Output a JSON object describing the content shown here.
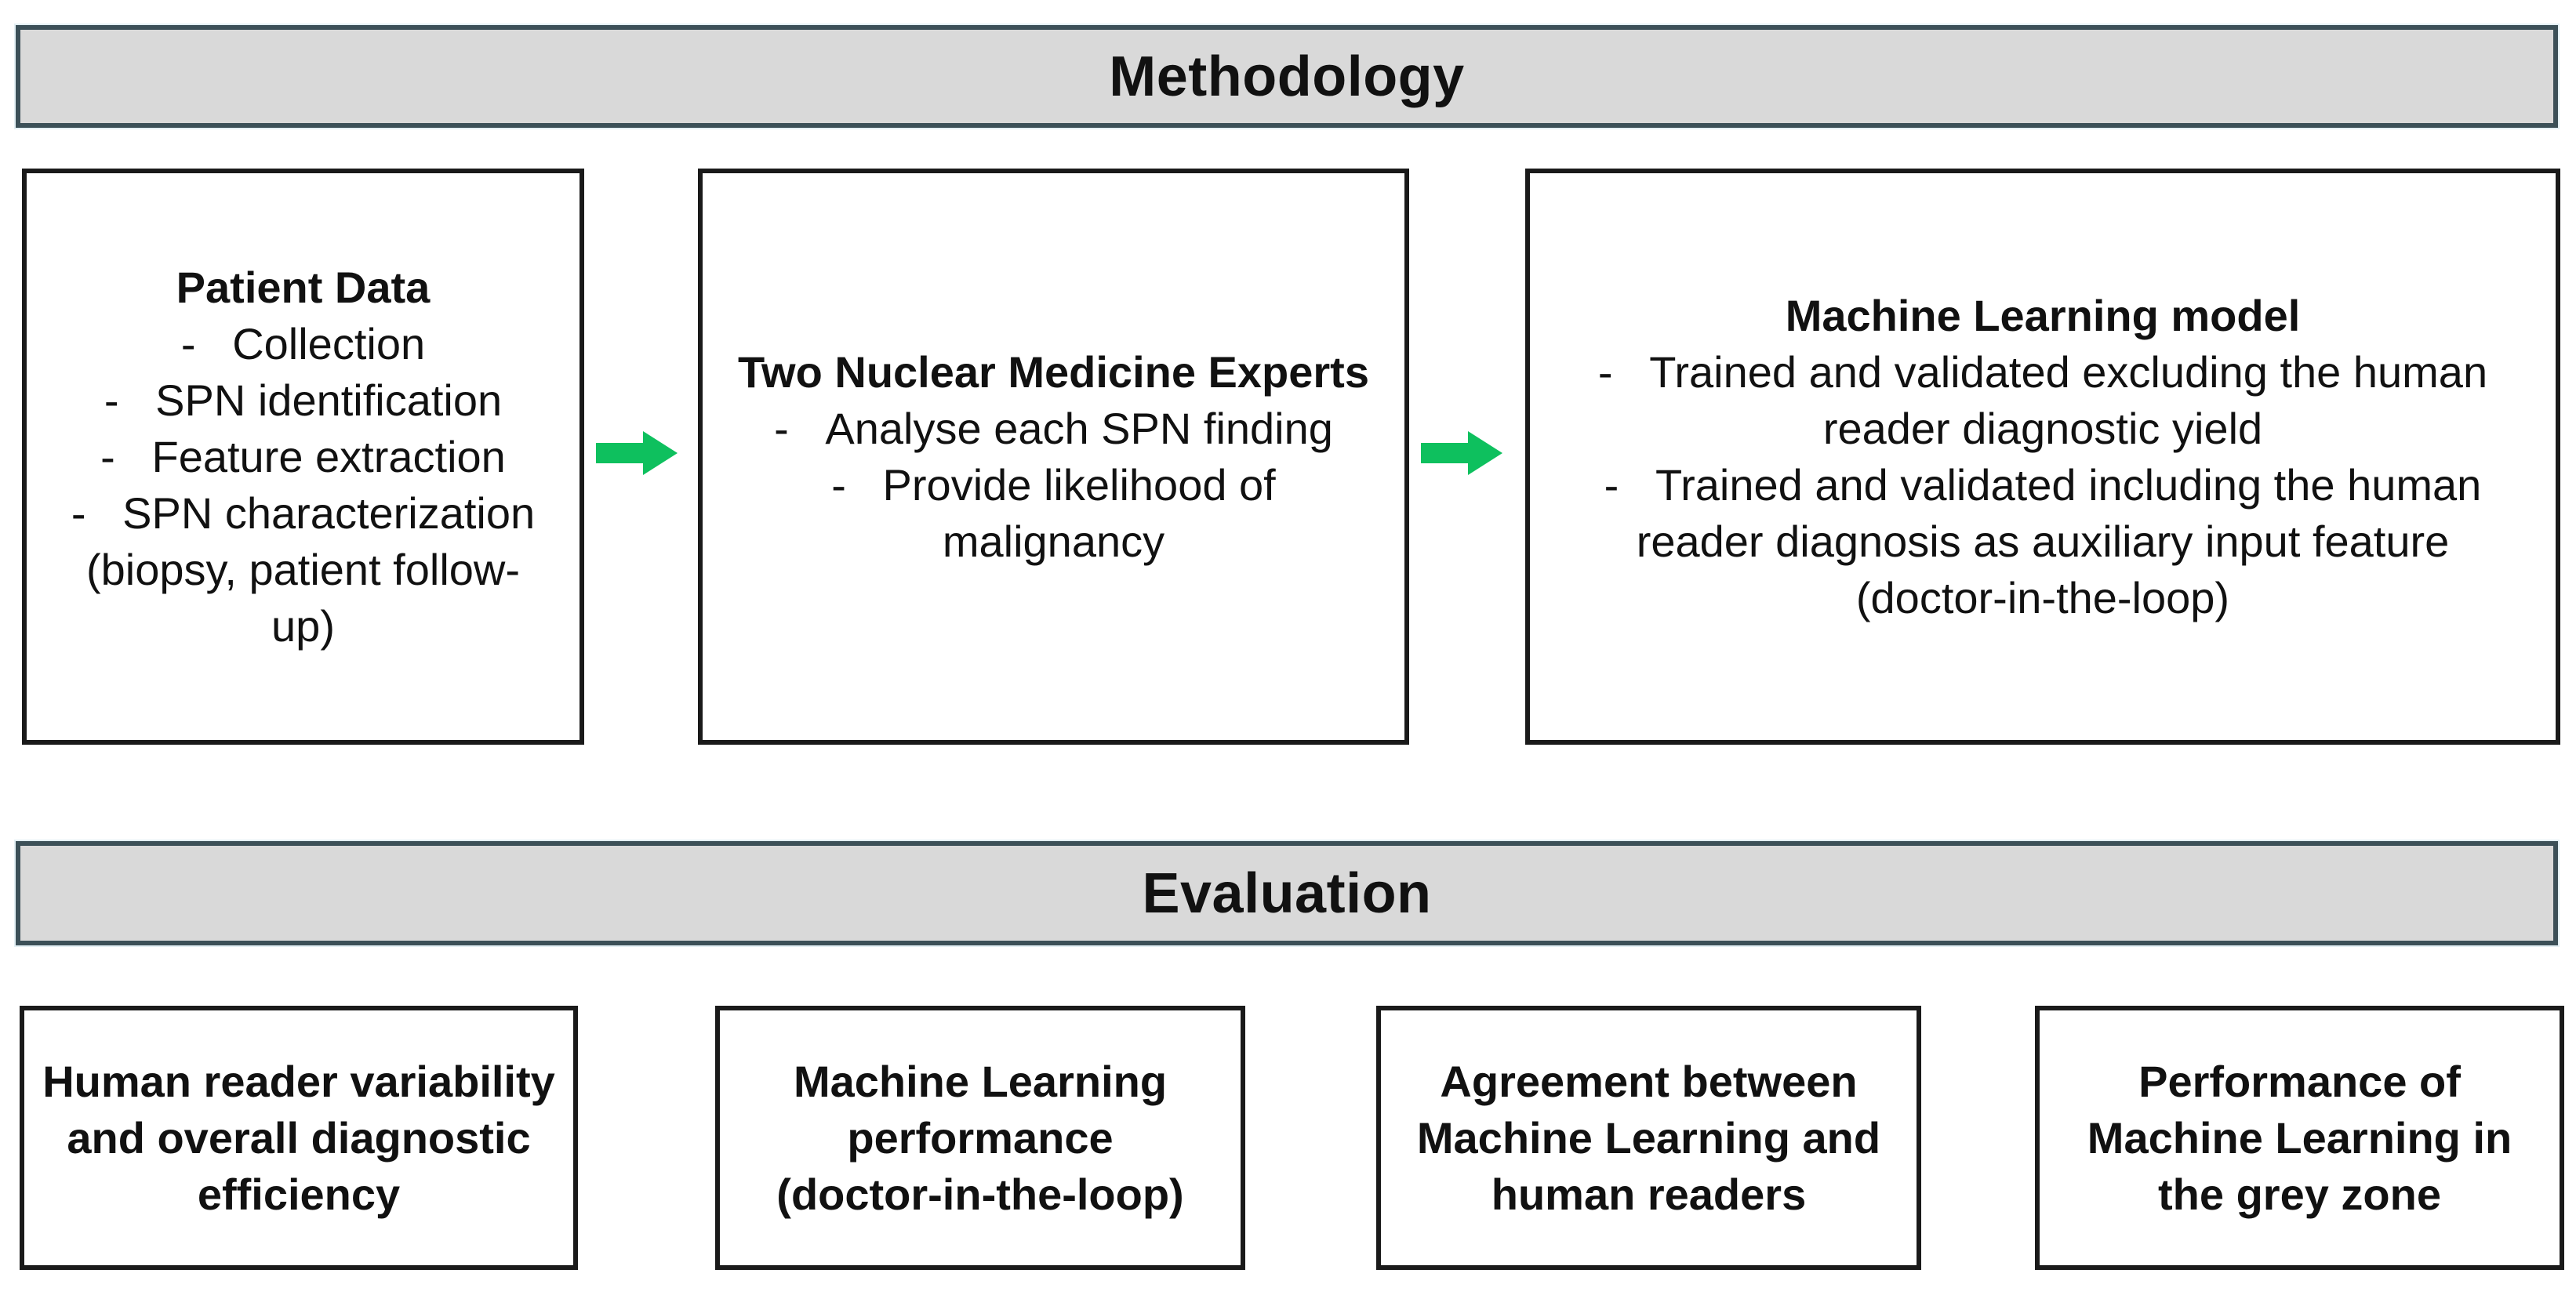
{
  "colors": {
    "background": "#ffffff",
    "banner_fill": "#d9d9d9",
    "banner_border": "#3c5058",
    "box_border": "#1a1a1a",
    "text": "#111111",
    "arrow_green": "#0ec05e"
  },
  "banners": {
    "methodology": "Methodology",
    "evaluation": "Evaluation"
  },
  "methodology": {
    "boxes": [
      {
        "title": "Patient Data",
        "lines": [
          "-   Collection",
          "-   SPN identification",
          "-   Feature extraction",
          "-   SPN characterization",
          "(biopsy, patient follow-",
          "up)"
        ]
      },
      {
        "title": "Two Nuclear Medicine Experts",
        "lines": [
          "-   Analyse each SPN finding",
          "-   Provide likelihood of",
          "malignancy"
        ]
      },
      {
        "title": "Machine Learning model",
        "lines": [
          "-   Trained and validated excluding the human",
          "reader diagnostic yield",
          "-   Trained and validated including the human",
          "reader diagnosis as auxiliary input feature",
          "(doctor-in-the-loop)"
        ]
      }
    ]
  },
  "evaluation": {
    "boxes": [
      {
        "lines": [
          "Human reader variability",
          "and overall diagnostic",
          "efficiency"
        ]
      },
      {
        "lines": [
          "Machine Learning",
          "performance",
          "(doctor-in-the-loop)"
        ]
      },
      {
        "lines": [
          "Agreement between",
          "Machine Learning and",
          "human readers"
        ]
      },
      {
        "lines": [
          "Performance of",
          "Machine Learning in",
          "the grey zone"
        ]
      }
    ]
  }
}
